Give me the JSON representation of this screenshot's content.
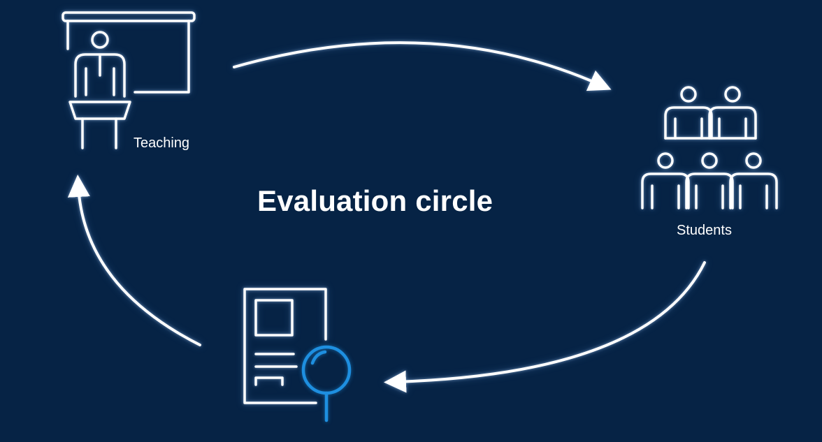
{
  "title": "Evaluation circle",
  "nodes": [
    {
      "id": "teaching",
      "label": "Teaching",
      "icon": "teacher-podium-icon"
    },
    {
      "id": "students",
      "label": "Students",
      "icon": "students-group-icon"
    },
    {
      "id": "evaluation",
      "label": "",
      "icon": "document-magnifier-icon"
    }
  ],
  "colors": {
    "background": "#062345",
    "line": "#ffffff",
    "accent": "#1e8fe0"
  }
}
